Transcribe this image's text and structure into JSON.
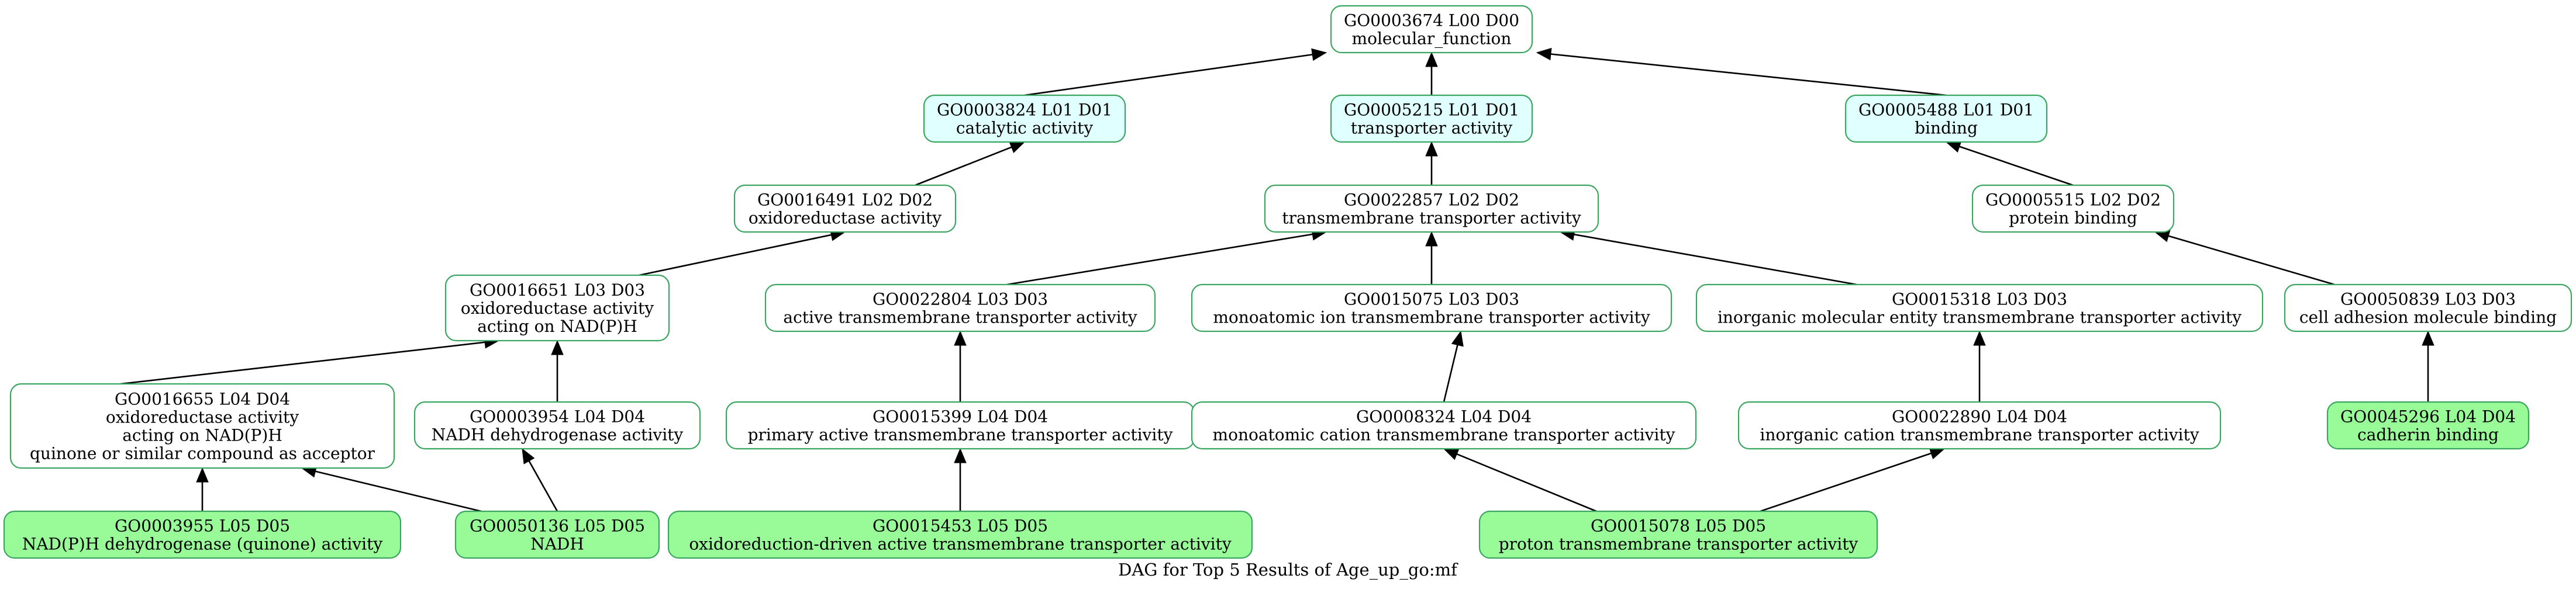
{
  "title": "DAG for Top 5 Results of Age_up_go:mf",
  "colors": {
    "border": "#3aa65f",
    "level1_fill": "#e0ffff",
    "default_fill": "#ffffff",
    "leaf_fill": "#98fb98",
    "edge": "#000000"
  },
  "nodes": [
    {
      "id": "GO0003674",
      "lines": [
        "GO0003674 L00 D00",
        "molecular_function"
      ],
      "fill": "default"
    },
    {
      "id": "GO0003824",
      "lines": [
        "GO0003824 L01 D01",
        "catalytic activity"
      ],
      "fill": "level1"
    },
    {
      "id": "GO0005215",
      "lines": [
        "GO0005215 L01 D01",
        "transporter activity"
      ],
      "fill": "level1"
    },
    {
      "id": "GO0005488",
      "lines": [
        "GO0005488 L01 D01",
        "binding"
      ],
      "fill": "level1"
    },
    {
      "id": "GO0016491",
      "lines": [
        "GO0016491 L02 D02",
        "oxidoreductase activity"
      ],
      "fill": "default"
    },
    {
      "id": "GO0022857",
      "lines": [
        "GO0022857 L02 D02",
        "transmembrane transporter activity"
      ],
      "fill": "default"
    },
    {
      "id": "GO0005515",
      "lines": [
        "GO0005515 L02 D02",
        "protein binding"
      ],
      "fill": "default"
    },
    {
      "id": "GO0016651",
      "lines": [
        "GO0016651 L03 D03",
        "oxidoreductase activity",
        "acting on NAD(P)H"
      ],
      "fill": "default"
    },
    {
      "id": "GO0022804",
      "lines": [
        "GO0022804 L03 D03",
        "active transmembrane transporter activity"
      ],
      "fill": "default"
    },
    {
      "id": "GO0015075",
      "lines": [
        "GO0015075 L03 D03",
        "monoatomic ion transmembrane transporter activity"
      ],
      "fill": "default"
    },
    {
      "id": "GO0015318",
      "lines": [
        "GO0015318 L03 D03",
        "inorganic molecular entity transmembrane transporter activity"
      ],
      "fill": "default"
    },
    {
      "id": "GO0050839",
      "lines": [
        "GO0050839 L03 D03",
        "cell adhesion molecule binding"
      ],
      "fill": "default"
    },
    {
      "id": "GO0016655",
      "lines": [
        "GO0016655 L04 D04",
        "oxidoreductase activity",
        "acting on NAD(P)H",
        "quinone or similar compound as acceptor"
      ],
      "fill": "default"
    },
    {
      "id": "GO0003954",
      "lines": [
        "GO0003954 L04 D04",
        "NADH dehydrogenase activity"
      ],
      "fill": "default"
    },
    {
      "id": "GO0015399",
      "lines": [
        "GO0015399 L04 D04",
        "primary active transmembrane transporter activity"
      ],
      "fill": "default"
    },
    {
      "id": "GO0008324",
      "lines": [
        "GO0008324 L04 D04",
        "monoatomic cation transmembrane transporter activity"
      ],
      "fill": "default"
    },
    {
      "id": "GO0022890",
      "lines": [
        "GO0022890 L04 D04",
        "inorganic cation transmembrane transporter activity"
      ],
      "fill": "default"
    },
    {
      "id": "GO0045296",
      "lines": [
        "GO0045296 L04 D04",
        "cadherin binding"
      ],
      "fill": "leaf"
    },
    {
      "id": "GO0003955",
      "lines": [
        "GO0003955 L05 D05",
        "NAD(P)H dehydrogenase (quinone) activity"
      ],
      "fill": "leaf"
    },
    {
      "id": "GO0050136",
      "lines": [
        "GO0050136 L05 D05",
        "NADH"
      ],
      "fill": "leaf"
    },
    {
      "id": "GO0015453",
      "lines": [
        "GO0015453 L05 D05",
        "oxidoreduction-driven active transmembrane transporter activity"
      ],
      "fill": "leaf"
    },
    {
      "id": "GO0015078",
      "lines": [
        "GO0015078 L05 D05",
        "proton transmembrane transporter activity"
      ],
      "fill": "leaf"
    }
  ],
  "edges": [
    {
      "from": "GO0003824",
      "to": "GO0003674"
    },
    {
      "from": "GO0005215",
      "to": "GO0003674"
    },
    {
      "from": "GO0005488",
      "to": "GO0003674"
    },
    {
      "from": "GO0016491",
      "to": "GO0003824"
    },
    {
      "from": "GO0022857",
      "to": "GO0005215"
    },
    {
      "from": "GO0005515",
      "to": "GO0005488"
    },
    {
      "from": "GO0016651",
      "to": "GO0016491"
    },
    {
      "from": "GO0022804",
      "to": "GO0022857"
    },
    {
      "from": "GO0015075",
      "to": "GO0022857"
    },
    {
      "from": "GO0015318",
      "to": "GO0022857"
    },
    {
      "from": "GO0050839",
      "to": "GO0005515"
    },
    {
      "from": "GO0016655",
      "to": "GO0016651"
    },
    {
      "from": "GO0003954",
      "to": "GO0016651"
    },
    {
      "from": "GO0015399",
      "to": "GO0022804"
    },
    {
      "from": "GO0008324",
      "to": "GO0015075"
    },
    {
      "from": "GO0022890",
      "to": "GO0015318"
    },
    {
      "from": "GO0045296",
      "to": "GO0050839"
    },
    {
      "from": "GO0003955",
      "to": "GO0016655"
    },
    {
      "from": "GO0050136",
      "to": "GO0016655"
    },
    {
      "from": "GO0050136",
      "to": "GO0003954"
    },
    {
      "from": "GO0015453",
      "to": "GO0015399"
    },
    {
      "from": "GO0015078",
      "to": "GO0008324"
    },
    {
      "from": "GO0015078",
      "to": "GO0022890"
    }
  ]
}
